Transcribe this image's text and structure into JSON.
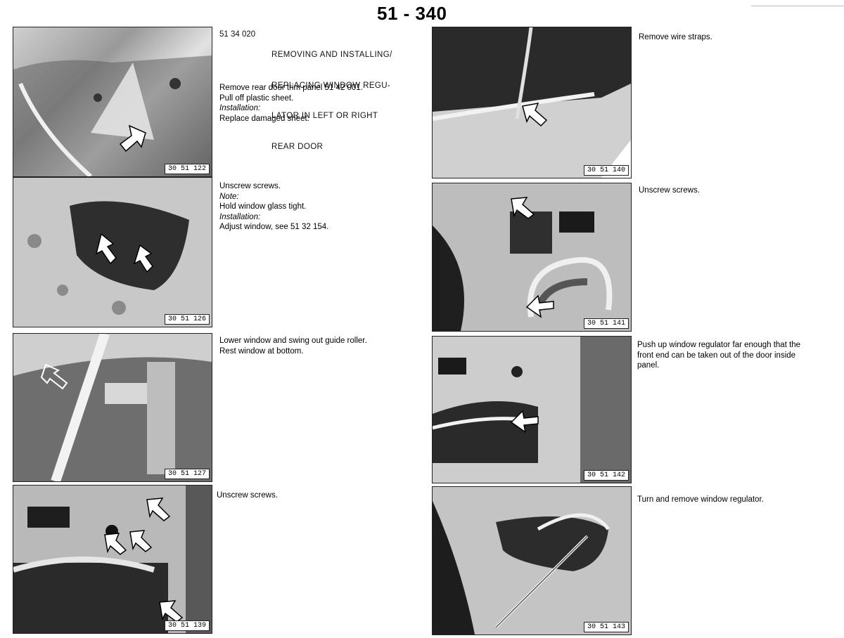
{
  "page": {
    "number": "51 - 340"
  },
  "header": {
    "code": "51 34 020",
    "title_lines": [
      "REMOVING AND INSTALLING/",
      "REPLACING WINDOW REGU-",
      "LATOR IN LEFT OR RIGHT",
      "REAR DOOR"
    ]
  },
  "steps": [
    {
      "photo_id": "30 51 122",
      "lines": [
        "Remove rear door trim panel 51 42 001.",
        "Pull off plastic sheet.",
        "Installation:",
        "Replace damaged sheet."
      ],
      "italic": [
        2
      ]
    },
    {
      "photo_id": "30 51 126",
      "lines": [
        "Unscrew screws.",
        "Note:",
        "Hold window glass tight.",
        "Installation:",
        "Adjust window, see 51 32 154."
      ],
      "italic": [
        1,
        3
      ]
    },
    {
      "photo_id": "30 51 127",
      "lines": [
        "Lower window and swing out guide roller.",
        "Rest window at bottom."
      ],
      "italic": []
    },
    {
      "photo_id": "30 51 139",
      "lines": [
        "Unscrew screws."
      ],
      "italic": []
    },
    {
      "photo_id": "30 51 140",
      "lines": [
        "Remove wire straps."
      ],
      "italic": []
    },
    {
      "photo_id": "30 51 141",
      "lines": [
        "Unscrew screws."
      ],
      "italic": []
    },
    {
      "photo_id": "30 51 142",
      "lines": [
        "Push up window regulator far enough that the",
        "front end can be taken out of the door inside",
        "panel."
      ],
      "italic": []
    },
    {
      "photo_id": "30 51 143",
      "lines": [
        "Turn and remove window regulator."
      ],
      "italic": []
    }
  ]
}
